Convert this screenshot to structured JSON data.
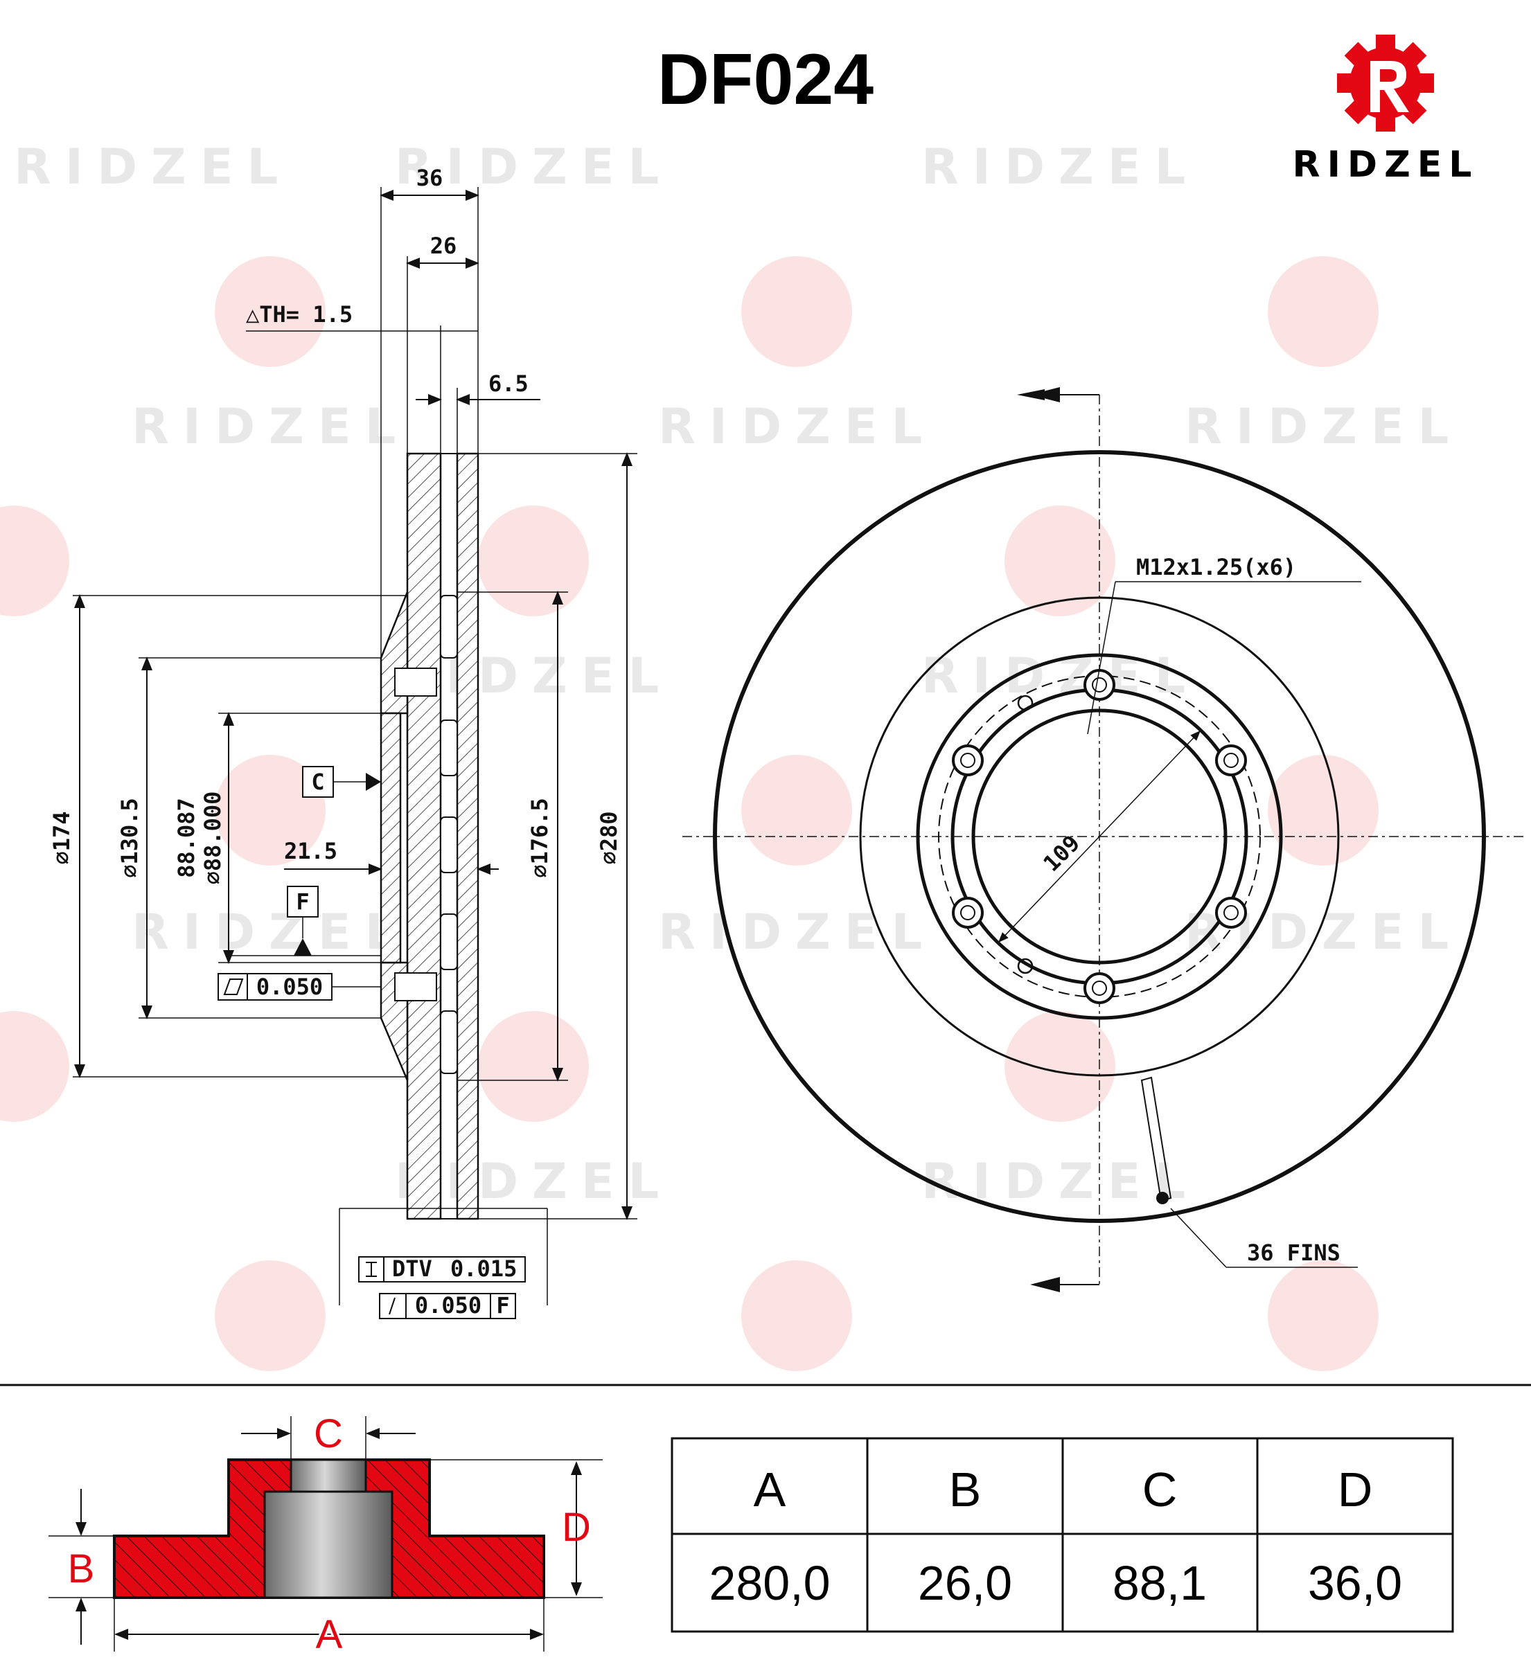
{
  "header": {
    "part_number": "DF024"
  },
  "brand": {
    "name": "RIDZEL",
    "accent_color": "#e30613",
    "logo_icon": "gear-r-icon"
  },
  "watermark": {
    "text": "RIDZEL"
  },
  "drawing": {
    "dims": {
      "overall_width": "36",
      "disc_thickness": "26",
      "th_tolerance": "△TH= 1.5",
      "vane_gap": "6.5",
      "hat_depth": "21.5",
      "dia_174": "⌀174",
      "dia_130": "⌀130.5",
      "dia_bore_max": "88.087",
      "dia_bore_min": "⌀88.000",
      "dia_176": "⌀176.5",
      "dia_280": "⌀280",
      "pcd": "109",
      "stud_callout": "M12x1.25(x6)",
      "fins": "36 FINS"
    },
    "datums": {
      "c": "C",
      "f": "F"
    },
    "tolerances": {
      "flatness_value": "0.050",
      "dtv_label": "DTV",
      "dtv_value": "0.015",
      "runout_value": "0.050",
      "runout_datum": "F"
    }
  },
  "schematic": {
    "labels": {
      "a": "A",
      "b": "B",
      "c": "C",
      "d": "D"
    },
    "color": "#e30613"
  },
  "spec_table": {
    "headers": [
      "A",
      "B",
      "C",
      "D"
    ],
    "values": [
      "280,0",
      "26,0",
      "88,1",
      "36,0"
    ]
  }
}
